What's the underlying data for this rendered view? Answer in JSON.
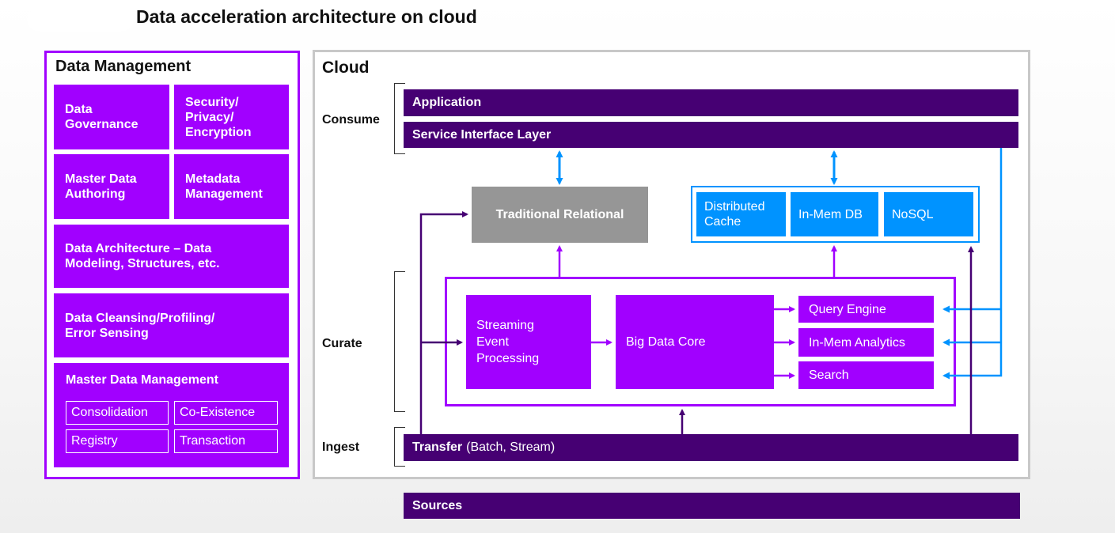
{
  "title": "Data acceleration architecture on cloud",
  "data_management": {
    "title": "Data Management",
    "governance": "Data\nGovernance",
    "security": "Security/\nPrivacy/\nEncryption",
    "master_authoring": "Master Data\nAuthoring",
    "metadata": "Metadata\nManagement",
    "architecture": "Data Architecture – Data\nModeling, Structures, etc.",
    "cleansing": "Data Cleansing/Profiling/\nError Sensing",
    "mdm": {
      "title": "Master Data Management",
      "items": [
        "Consolidation",
        "Co-Existence",
        "Registry",
        "Transaction"
      ]
    }
  },
  "cloud": {
    "title": "Cloud",
    "stages": {
      "consume": "Consume",
      "curate": "Curate",
      "ingest": "Ingest"
    },
    "application": "Application",
    "service_interface": "Service Interface Layer",
    "traditional_relational": "Traditional Relational",
    "stores": [
      "Distributed\nCache",
      "In-Mem DB",
      "NoSQL"
    ],
    "streaming": "Streaming\nEvent\nProcessing",
    "big_data_core": "Big Data Core",
    "engines": [
      "Query Engine",
      "In-Mem Analytics",
      "Search"
    ],
    "transfer": {
      "label": "Transfer",
      "detail": "(Batch, Stream)"
    }
  },
  "sources": "Sources",
  "colors": {
    "purple": "#a100ff",
    "dark_purple": "#460073",
    "blue": "#0093ff",
    "gray": "#969696"
  }
}
